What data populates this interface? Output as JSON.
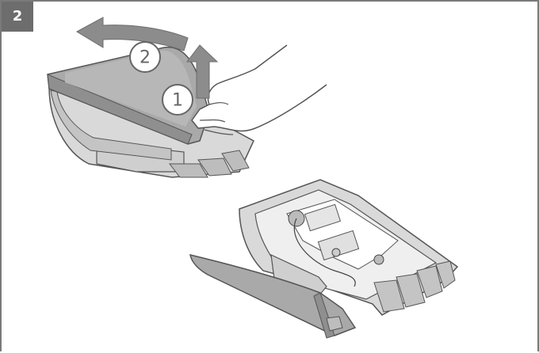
{
  "step": {
    "number": "2"
  },
  "callouts": [
    {
      "label": "1",
      "meaning": "lift-lid-up"
    },
    {
      "label": "2",
      "meaning": "slide-lid-back"
    }
  ],
  "colors": {
    "frame": "#7a7a7a",
    "badge": "#6d6d6d",
    "device": "#d4d4d4",
    "device_dark": "#a8a8a8",
    "outline": "#555555",
    "arrow": "#8c8c8c"
  },
  "icons": [
    "up-arrow-icon",
    "back-arrow-icon",
    "hand-icon"
  ]
}
